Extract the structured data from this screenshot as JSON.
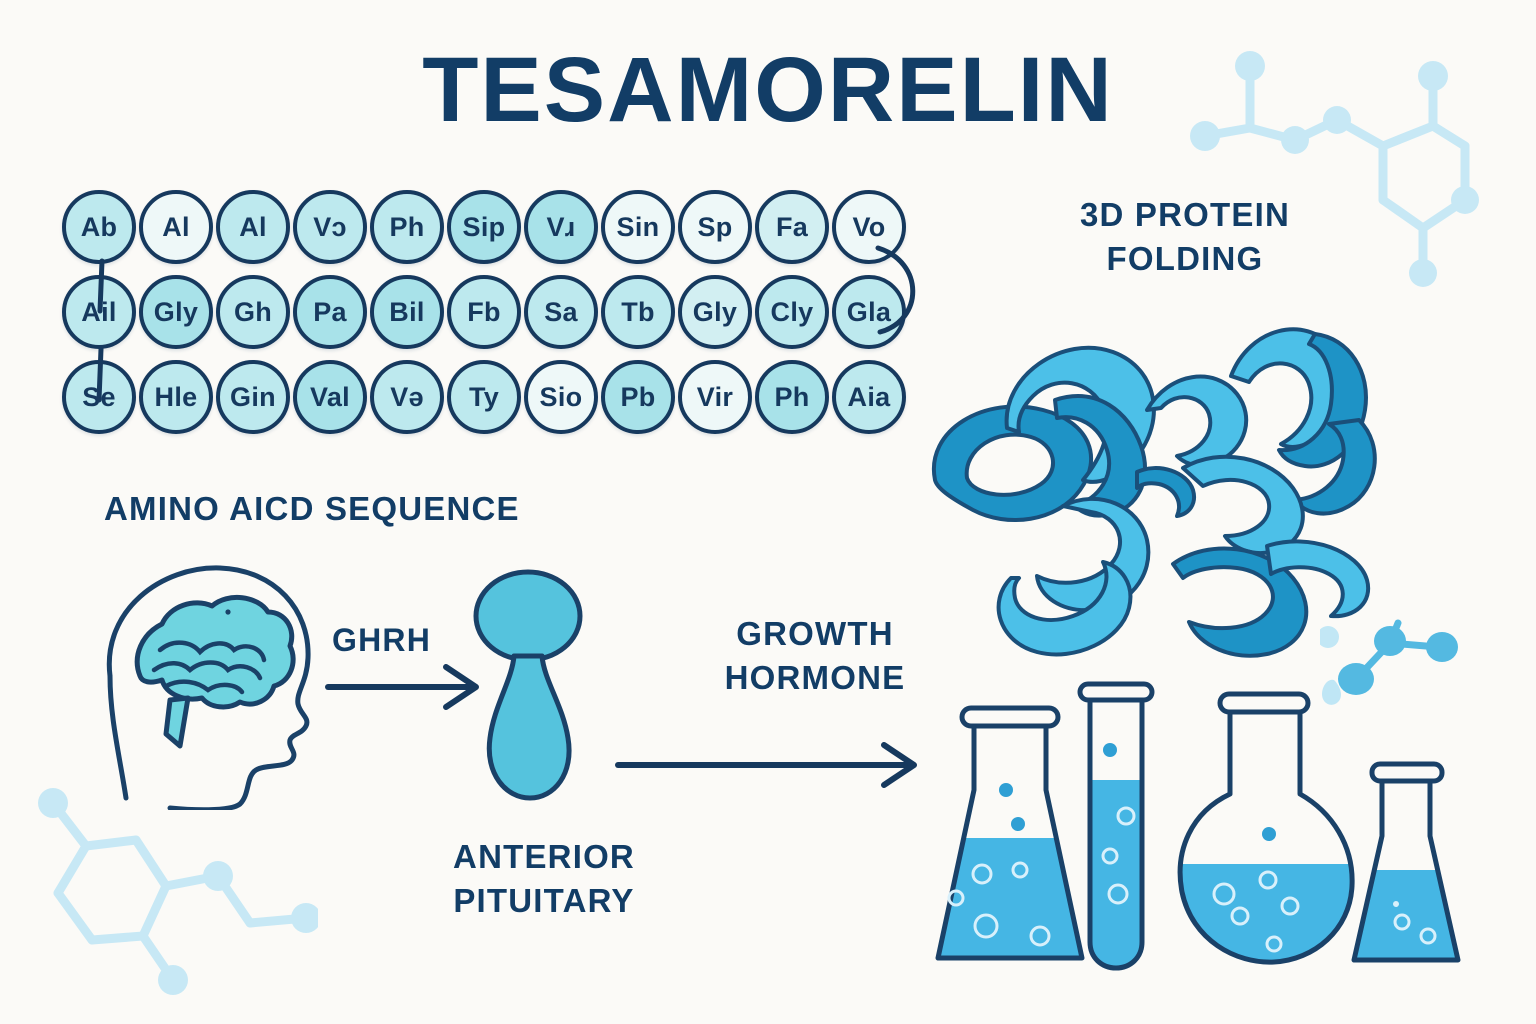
{
  "title": "TESAMORELIN",
  "theme": {
    "background": "#fbfaf7",
    "navy": "#16395e",
    "title_navy": "#123d66",
    "ribbon_light": "#4cc0e8",
    "ribbon_dark": "#1e93c6",
    "glass_fill": "#45b6e4",
    "brain_fill": "#6fd4e0",
    "pituitary_fill": "#55c3dd",
    "molecule_light": "#bfe6f5"
  },
  "labels": {
    "protein_folding": "3D PROTEIN FOLDING",
    "amino_sequence": "AMINO AICD SEQUENCE",
    "ghrh": "GHRH",
    "growth_hormone": "GROWTH HORMONE",
    "anterior_pituitary": "ANTERIOR PITUITARY"
  },
  "amino_sequence": {
    "rows": [
      [
        {
          "label": "Ab",
          "tint": "tint-a"
        },
        {
          "label": "Al",
          "tint": "tint-e"
        },
        {
          "label": "Al",
          "tint": "tint-a"
        },
        {
          "label": "Vɔ",
          "tint": "tint-a"
        },
        {
          "label": "Ph",
          "tint": "tint-a"
        },
        {
          "label": "Sip",
          "tint": "tint-c"
        },
        {
          "label": "Vɹ",
          "tint": "tint-c"
        },
        {
          "label": "Sin",
          "tint": "tint-e"
        },
        {
          "label": "Sp",
          "tint": "tint-e"
        },
        {
          "label": "Fa",
          "tint": "tint-d"
        },
        {
          "label": "Vo",
          "tint": "tint-e"
        }
      ],
      [
        {
          "label": "Ail",
          "tint": "tint-a"
        },
        {
          "label": "Gly",
          "tint": "tint-c"
        },
        {
          "label": "Gh",
          "tint": "tint-a"
        },
        {
          "label": "Pa",
          "tint": "tint-c"
        },
        {
          "label": "Bil",
          "tint": "tint-c"
        },
        {
          "label": "Fb",
          "tint": "tint-a"
        },
        {
          "label": "Sa",
          "tint": "tint-a"
        },
        {
          "label": "Tb",
          "tint": "tint-a"
        },
        {
          "label": "Gly",
          "tint": "tint-d"
        },
        {
          "label": "Cly",
          "tint": "tint-a"
        },
        {
          "label": "Gla",
          "tint": "tint-a"
        }
      ],
      [
        {
          "label": "Se",
          "tint": "tint-a"
        },
        {
          "label": "Hle",
          "tint": "tint-a"
        },
        {
          "label": "Gin",
          "tint": "tint-a"
        },
        {
          "label": "Val",
          "tint": "tint-c"
        },
        {
          "label": "Və",
          "tint": "tint-a"
        },
        {
          "label": "Ty",
          "tint": "tint-a"
        },
        {
          "label": "Sio",
          "tint": "tint-e"
        },
        {
          "label": "Pb",
          "tint": "tint-c"
        },
        {
          "label": "Vir",
          "tint": "tint-e"
        },
        {
          "label": "Ph",
          "tint": "tint-c"
        },
        {
          "label": "Aia",
          "tint": "tint-a"
        }
      ]
    ]
  },
  "diagram": {
    "brain_label": "brain",
    "head_label": "head-profile",
    "pituitary_label": "anterior-pituitary-gland"
  },
  "glassware": [
    {
      "name": "erlenmeyer-flask-large",
      "fill_level": "60%"
    },
    {
      "name": "test-tube",
      "fill_level": "72%"
    },
    {
      "name": "round-bottom-flask",
      "fill_level": "55%"
    },
    {
      "name": "erlenmeyer-flask-small",
      "fill_level": "52%"
    }
  ]
}
